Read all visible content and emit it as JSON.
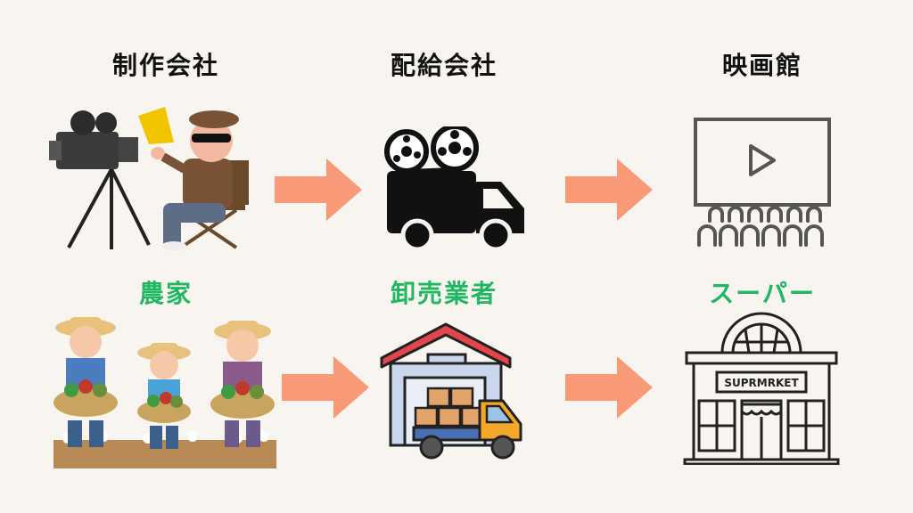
{
  "colors": {
    "background": "#f8f4f0",
    "arrow": "#f89a77",
    "title_dark": "#111111",
    "title_green": "#1fb861"
  },
  "film_row": {
    "producer": {
      "label": "制作会社",
      "icon": "film-director-camera-illustration"
    },
    "distributor": {
      "label": "配給会社",
      "icon": "film-reel-truck-icon"
    },
    "theater": {
      "label": "映画館",
      "icon": "movie-theater-screen-icon"
    }
  },
  "food_row": {
    "farmer": {
      "label": "農家",
      "icon": "farmers-with-vegetables-illustration"
    },
    "wholesaler": {
      "label": "卸売業者",
      "icon": "warehouse-delivery-truck-icon"
    },
    "supermarket": {
      "label": "スーパー",
      "icon": "supermarket-building-icon",
      "sign": "SUPRMRKET"
    }
  }
}
